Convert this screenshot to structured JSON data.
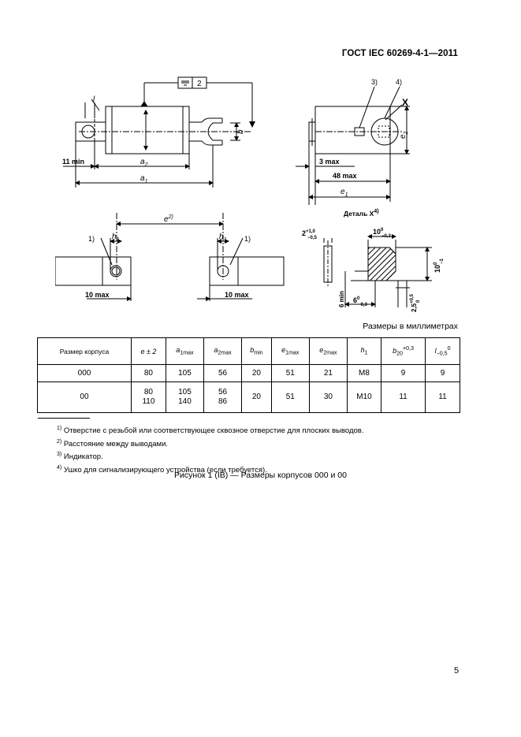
{
  "header": {
    "standard": "ГОСТ IEC 60269-4-1—2011"
  },
  "figure": {
    "callouts": [
      "1)",
      "2)",
      "3)",
      "4)"
    ],
    "tolerance_symbol": "2",
    "labels": {
      "l": "l",
      "b": "b",
      "a2": "a",
      "a2_sub": "2",
      "a1": "a",
      "a1_sub": "1",
      "e2": "e",
      "e2_sub": "2",
      "e1": "e",
      "e1_sub": "1",
      "h1": "h",
      "h1_sub": "1",
      "e_pitch": "e",
      "e_pitch_sup": "2)",
      "eleven_min": "11 min",
      "three_max": "3 max",
      "fortyeight_max": "48 max",
      "ten_max": "10 max",
      "six_min": "6 min",
      "x_mark": "X",
      "detail_title": "Деталь X",
      "detail_sup": "4)",
      "dim_two": "2",
      "dim_two_tol_up": "+1,0",
      "dim_two_tol_dn": "−0,5",
      "dim_ten": "10",
      "dim_ten_tol_up": "0",
      "dim_ten_tol_dn": "−0,3",
      "dim_ten_v": "10",
      "dim_ten_v_tol_up": "0",
      "dim_ten_v_tol_dn": "−1",
      "dim_six": "6",
      "dim_six_tol_up": "0",
      "dim_six_tol_dn": "−0,3",
      "dim_twofive": "2,5",
      "dim_twofive_tol_up": "+0,5",
      "dim_twofive_tol_dn": "0"
    }
  },
  "units_note": "Размеры в миллиметрах",
  "table": {
    "headers": [
      {
        "main": "Размер корпуса"
      },
      {
        "main": "e ± 2"
      },
      {
        "main": "a",
        "sub": "1max"
      },
      {
        "main": "a",
        "sub": "2max"
      },
      {
        "main": "b",
        "sub": "min"
      },
      {
        "main": "e",
        "sub": "1max"
      },
      {
        "main": "e",
        "sub": "2max"
      },
      {
        "main": "h",
        "sub": "1"
      },
      {
        "main": "b",
        "sub": "20",
        "sup": "+0,3"
      },
      {
        "main": "l",
        "sub": "−0,5",
        "sup": "0"
      }
    ],
    "rows": [
      [
        "000",
        "80",
        "105",
        "56",
        "20",
        "51",
        "21",
        "M8",
        "9",
        "9"
      ],
      [
        "00",
        "80\n110",
        "105\n140",
        "56\n86",
        "20",
        "51",
        "30",
        "M10",
        "11",
        "11"
      ]
    ]
  },
  "footnotes": [
    {
      "mark": "1)",
      "text": "Отверстие с резьбой или соответствующее сквозное отверстие для плоских выводов."
    },
    {
      "mark": "2)",
      "text": "Расстояние между выводами."
    },
    {
      "mark": "3)",
      "text": "Индикатор."
    },
    {
      "mark": "4)",
      "text": "Ушко для сигнализирующего устройства (если требуется)."
    }
  ],
  "caption": "Рисунок 1 (IB) — Размеры корпусов 000 и 00",
  "page_number": "5"
}
